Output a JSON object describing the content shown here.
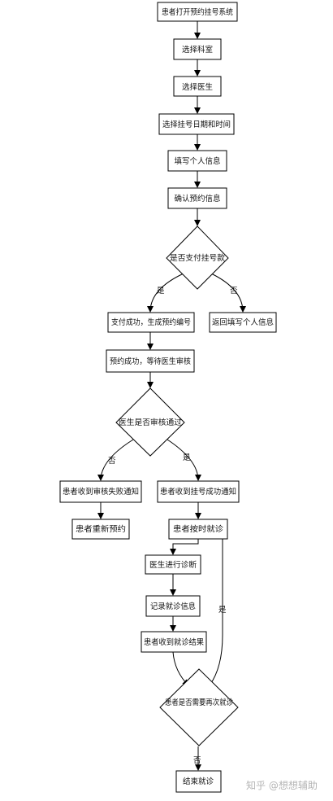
{
  "flowchart": {
    "nodes": {
      "start": "患者打开预约挂号系统",
      "select_dept": "选择科室",
      "select_doctor": "选择医生",
      "select_time": "选择挂号日期和时间",
      "fill_info": "填写个人信息",
      "confirm_info": "确认预约信息",
      "pay_decision": "是否支付挂号款",
      "pay_success": "支付成功，生成预约编号",
      "return_fill": "返回填写个人信息",
      "wait_review": "预约成功，等待医生审核",
      "review_decision": "医生是否审核通过",
      "fail_notice": "患者收到审核失败通知",
      "success_notice": "患者收到挂号成功通知",
      "rebook": "患者重新预约",
      "visit": "患者按时就诊",
      "diagnose": "医生进行诊断",
      "record": "记录就诊信息",
      "result": "患者收到就诊结果",
      "again_decision": "患者是否需要再次就诊",
      "end": "结束就诊"
    },
    "edge_labels": {
      "pay_yes": "是",
      "pay_no": "否",
      "review_no": "否",
      "review_yes": "是",
      "again_yes": "是",
      "again_no": "否"
    }
  },
  "watermark": "知乎 @想想辅助"
}
